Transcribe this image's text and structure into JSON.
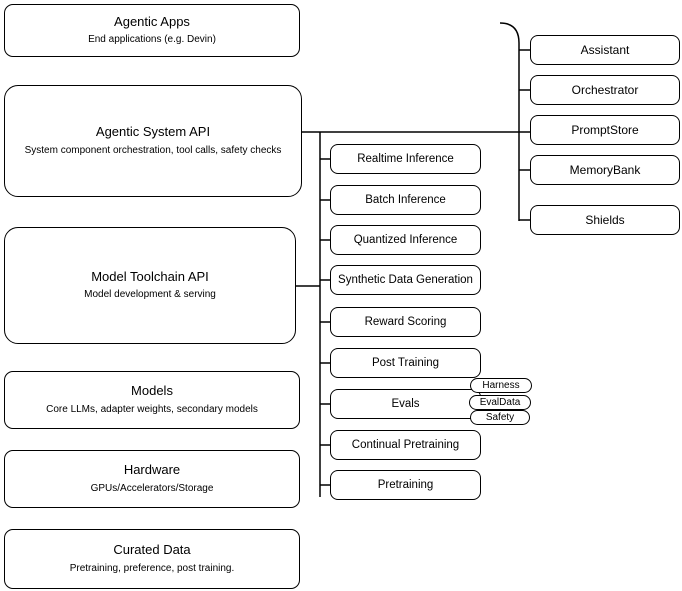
{
  "left_column": [
    {
      "title": "Agentic Apps",
      "subtitle": "End applications (e.g. Devin)"
    },
    {
      "title": "Agentic System API",
      "subtitle": "System component orchestration, tool calls, safety checks"
    },
    {
      "title": "Model Toolchain API",
      "subtitle": "Model development & serving"
    },
    {
      "title": "Models",
      "subtitle": "Core LLMs, adapter weights, secondary models"
    },
    {
      "title": "Hardware",
      "subtitle": "GPUs/Accelerators/Storage"
    },
    {
      "title": "Curated Data",
      "subtitle": "Pretraining, preference, post training."
    }
  ],
  "toolchain_components": [
    "Realtime Inference",
    "Batch Inference",
    "Quantized Inference",
    "Synthetic Data Generation",
    "Reward Scoring",
    "Post Training",
    "Evals",
    "Continual Pretraining",
    "Pretraining"
  ],
  "evals_tags": [
    "Harness",
    "EvalData",
    "Safety"
  ],
  "agentic_components": [
    "Assistant",
    "Orchestrator",
    "PromptStore",
    "MemoryBank",
    "Shields"
  ],
  "colors": {
    "border": "#000000",
    "background": "#ffffff",
    "text": "#000000"
  }
}
